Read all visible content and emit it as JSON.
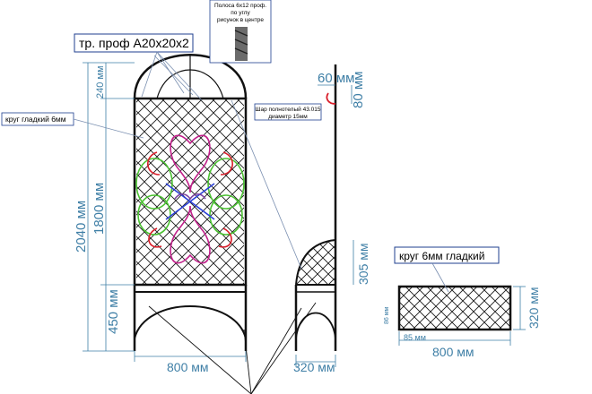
{
  "labels": {
    "profile_tube": "тр. проф А20х20х2",
    "round_bar": "круг гладкий 6мм",
    "round_6mm": "круг 6мм гладкий",
    "ball": [
      "Шар полнотелый 43.015",
      "диаметр 15мм"
    ],
    "strip": [
      "Полоса 6х12 проф.",
      "по углу",
      "рисунок в центре"
    ]
  },
  "dimensions": {
    "height_total": "2040 мм",
    "height_lattice": "1800 мм",
    "height_arch": "240 мм",
    "height_base": "450 мм",
    "width_front": "800 мм",
    "width_side": "320 мм",
    "side_top": "60 мм",
    "side_top_v": "80 мм",
    "side_arc": "305 мм",
    "panel_width": "800 мм",
    "panel_height": "320 мм",
    "cell_h": "85 мм",
    "cell_v": "86 мм"
  },
  "colors": {
    "frame": "#111111",
    "dimension": "#3f7fa6",
    "callout_box": "#1f3f8f",
    "ornament_pink": "#c0208a",
    "ornament_red": "#d81e2a",
    "ornament_green": "#4cc233",
    "ornament_blue": "#2a3fd6",
    "ornament_purple": "#7a3fa0"
  }
}
